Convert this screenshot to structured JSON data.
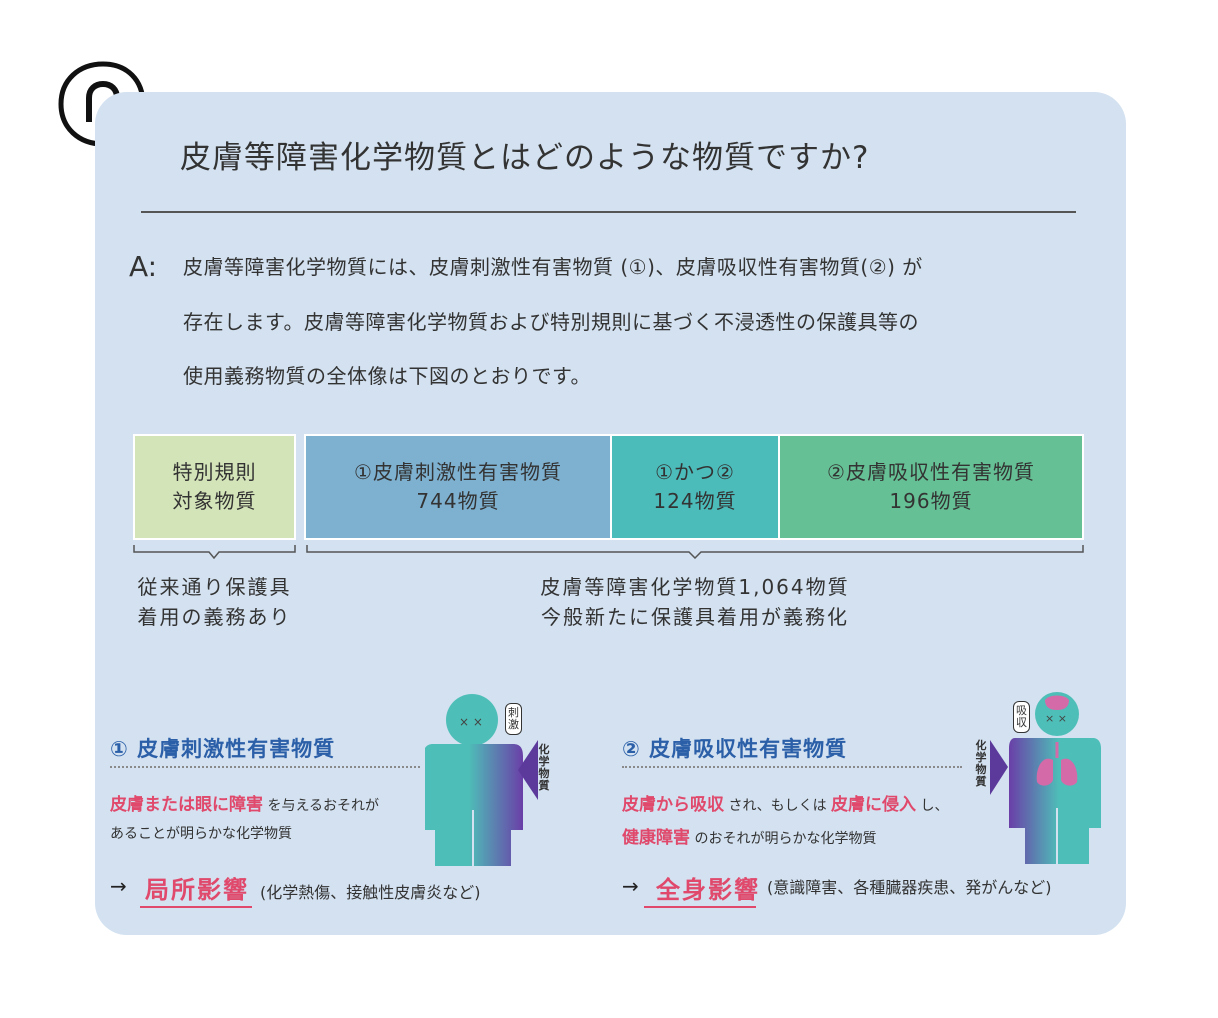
{
  "question": "皮膚等障害化学物質とはどのような物質ですか?",
  "answer_label": "A:",
  "answer_lines": [
    "皮膚等障害化学物質には、皮膚刺激性有害物質 (①)、皮膚吸収性有害物質(②) が",
    "存在します。皮膚等障害化学物質および特別規則に基づく不浸透性の保護具等の",
    "使用義務物質の全体像は下図のとおりです。"
  ],
  "boxes": [
    {
      "line1": "特別規則",
      "line2": "対象物質",
      "color": "#d4e4b9"
    },
    {
      "line1": "①皮膚刺激性有害物質",
      "line2": "744物質",
      "color": "#7eb0cf"
    },
    {
      "line1": "①かつ②",
      "line2": "124物質",
      "color": "#4cbcbb"
    },
    {
      "line1": "②皮膚吸収性有害物質",
      "line2": "196物質",
      "color": "#66c095"
    }
  ],
  "captions": {
    "left_1": "従来通り保護具",
    "left_2": "着用の義務あり",
    "right_1": "皮膚等障害化学物質1,064物質",
    "right_2": "今般新たに保護具着用が義務化"
  },
  "section1": {
    "title": "① 皮膚刺激性有害物質",
    "hl1": "皮膚または眼に障害",
    "text1": "を与えるおそれが",
    "text2": "あることが明らかな化学物質",
    "arrow": "→",
    "effect": "局所影響",
    "effect_note": "(化学熱傷、接触性皮膚炎など)",
    "tag": [
      "刺",
      "激"
    ],
    "chem": [
      "化",
      "学",
      "物",
      "質"
    ]
  },
  "section2": {
    "title": "② 皮膚吸収性有害物質",
    "hl1": "皮膚から吸収",
    "text1": "され、もしくは",
    "hl2": "皮膚に侵入",
    "text2": "し、",
    "hl3": "健康障害",
    "text3": "のおそれが明らかな化学物質",
    "arrow": "→",
    "effect": "全身影響",
    "effect_note": "(意識障害、各種臓器疾患、発がんなど)",
    "tag": [
      "吸",
      "収"
    ],
    "chem": [
      "化",
      "学",
      "物",
      "質"
    ]
  },
  "colors": {
    "card": "#d3e1f0",
    "highlight": "#e0496b",
    "section_title": "#2b5fa8",
    "figure": "#4ebfb8",
    "chem_arrow": "#5c3a9c"
  }
}
